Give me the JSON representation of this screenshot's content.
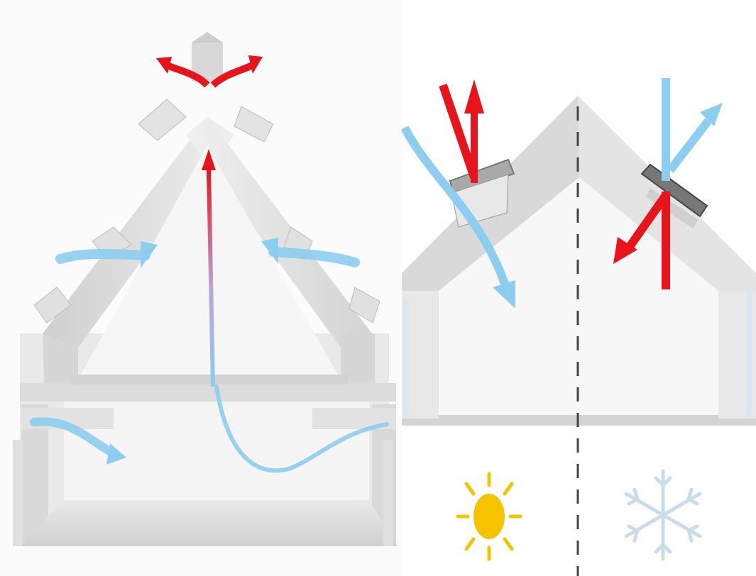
{
  "diagram": {
    "left_panel": {
      "name": "stack-ventilation-section",
      "flows": [
        "warm-air-exhaust",
        "cool-air-intake"
      ]
    },
    "right_panel": {
      "name": "seasonal-skylight-section",
      "halves": [
        {
          "season": "summer",
          "icon": "sun-icon"
        },
        {
          "season": "winter",
          "icon": "snowflake-icon"
        }
      ]
    },
    "colors": {
      "warm_air": "#e8141c",
      "cool_air": "#8ccdf0",
      "sun": "#f5c400",
      "snowflake": "#c8dde8",
      "structure": "#d8d8d8"
    }
  }
}
